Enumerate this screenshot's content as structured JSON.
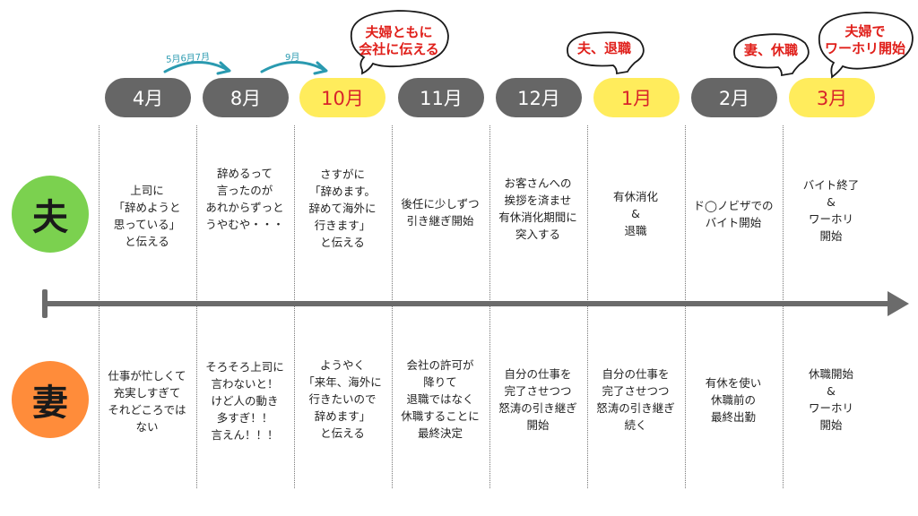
{
  "months": [
    "4月",
    "8月",
    "10月",
    "11月",
    "12月",
    "1月",
    "2月",
    "3月"
  ],
  "husband": {
    "label": "夫",
    "cells": [
      [
        "上司に",
        "「辞めようと",
        "思っている」",
        "と伝える"
      ],
      [
        "辞めるって",
        "言ったのが",
        "あれからずっと",
        "うやむや・・・"
      ],
      [
        "さすがに",
        "「辞めます。",
        "辞めて海外に",
        "行きます」",
        "と伝える"
      ],
      [
        "後任に少しずつ",
        "引き継ぎ開始"
      ],
      [
        "お客さんへの",
        "挨拶を済ませ",
        "有休消化期間に",
        "突入する"
      ],
      [
        "有休消化",
        "&",
        "退職"
      ],
      [
        "ド◯ノビザでの",
        "バイト開始"
      ],
      [
        "バイト終了",
        "&",
        "ワーホリ",
        "開始"
      ]
    ]
  },
  "wife": {
    "label": "妻",
    "cells": [
      [
        "仕事が忙しくて",
        "充実しすぎて",
        "それどころでは",
        "ない"
      ],
      [
        "そろそろ上司に",
        "言わないと！",
        "けど人の動き",
        "多すぎ！！",
        "言えん！！！"
      ],
      [
        "ようやく",
        "「来年、海外に",
        "行きたいので",
        "辞めます」",
        "と伝える"
      ],
      [
        "会社の許可が",
        "降りて",
        "退職ではなく",
        "休職することに",
        "最終決定"
      ],
      [
        "自分の仕事を",
        "完了させつつ",
        "怒涛の引き継ぎ",
        "開始"
      ],
      [
        "自分の仕事を",
        "完了させつつ",
        "怒涛の引き継ぎ",
        "続く"
      ],
      [
        "有休を使い",
        "休職前の",
        "最終出勤"
      ],
      [
        "休職開始",
        "&",
        "ワーホリ",
        "開始"
      ]
    ]
  },
  "callouts": [
    [
      "夫婦ともに",
      "会社に伝える"
    ],
    [
      "夫、退職"
    ],
    [
      "妻、休職"
    ],
    [
      "夫婦で",
      "ワーホリ開始"
    ]
  ],
  "transitions": [
    "5月6月7月",
    "9月"
  ],
  "colors": {
    "month_gray": "#666666",
    "month_highlight": "#ffec5c",
    "highlight_text": "#d8242a",
    "husband_circle": "#7bd14f",
    "wife_circle": "#ff8c3a",
    "axis": "#6b6b6b",
    "callout_text": "#e0201b",
    "arrow": "#2a9ab0"
  }
}
